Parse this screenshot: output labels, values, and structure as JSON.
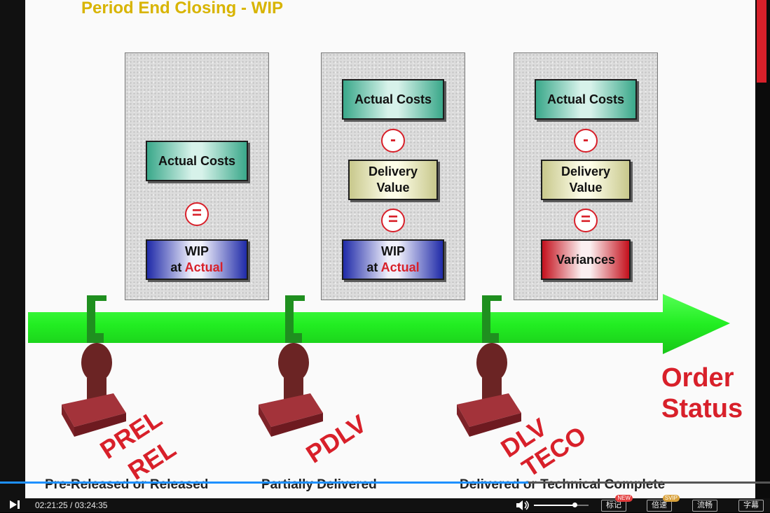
{
  "slide": {
    "title": "Period End Closing - WIP",
    "columns": [
      {
        "box1": "Actual Costs",
        "op1": "=",
        "result_line1": "WIP",
        "result_prefix": "at ",
        "result_highlight": "Actual"
      },
      {
        "box1": "Actual Costs",
        "op1": "-",
        "box2_line1": "Delivery",
        "box2_line2": "Value",
        "op2": "=",
        "result_line1": "WIP",
        "result_prefix": "at ",
        "result_highlight": "Actual"
      },
      {
        "box1": "Actual Costs",
        "op1": "-",
        "box2_line1": "Delivery",
        "box2_line2": "Value",
        "op2": "=",
        "result": "Variances"
      }
    ],
    "stamps": [
      {
        "line1": "PREL",
        "line2": "REL"
      },
      {
        "line1": "PDLV"
      },
      {
        "line1": "DLV",
        "line2": "TECO"
      }
    ],
    "order_status": {
      "line1": "Order",
      "line2": "Status"
    },
    "captions": [
      "Pre-Released or Released",
      "Partially Delivered",
      "Delivered or Technical Complete"
    ]
  },
  "colors": {
    "title": "#d8b400",
    "arrow": "#22ee22",
    "accent_red": "#d8202a",
    "progress": "#1e90ff"
  },
  "player": {
    "progress": 0.686,
    "time": "02:21:25 / 03:24:35",
    "buttons": {
      "mark": "标记",
      "speed": "倍速",
      "quality": "流畅",
      "subtitle": "字幕"
    },
    "badges": {
      "mark": "NEW",
      "speed": "SVIP"
    },
    "icons": {
      "play": "play-next-icon",
      "volume": "volume-icon"
    }
  }
}
